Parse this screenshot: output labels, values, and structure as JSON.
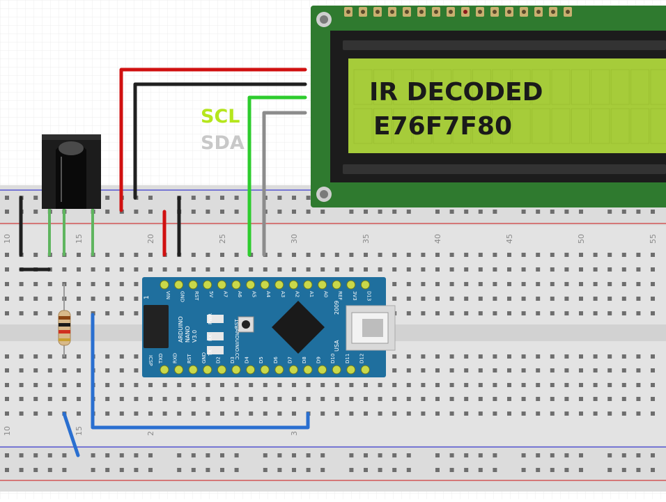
{
  "lcd": {
    "line1": "IR DECODED",
    "line2": "E76F7F80",
    "text_color": "#1a1a1a",
    "screen_color": "#a6cc3a",
    "pcb_color": "#2f7a2f"
  },
  "wire_labels": {
    "scl": "SCL",
    "sda": "SDA",
    "scl_color": "#b5e61d",
    "sda_color": "#c8c8c8"
  },
  "breadboard": {
    "column_numbers_top": [
      "10",
      "15",
      "20",
      "25",
      "30",
      "35",
      "40",
      "45",
      "50",
      "55"
    ],
    "column_numbers_bottom": [
      "10",
      "15",
      "2",
      "3"
    ]
  },
  "arduino": {
    "board_color": "#1f6f9e",
    "title_lines": [
      "ARDUINO",
      "NANO",
      "V3.0"
    ],
    "website": "ARDUINO.CC",
    "year": "2009",
    "top_pins": [
      "D13",
      "3V3",
      "REF",
      "A0",
      "A1",
      "A2",
      "A3",
      "A4",
      "A5",
      "A6",
      "A7",
      "5V",
      "RST",
      "GND",
      "VIN"
    ],
    "bottom_pins": [
      "D12",
      "D11",
      "D10",
      "D9",
      "D8",
      "D7",
      "D6",
      "D5",
      "D4",
      "D3",
      "D2",
      "GND",
      "RST",
      "RXD",
      "TXD"
    ],
    "led_labels": [
      "PWR",
      "TX",
      "RX"
    ],
    "button_label": "RST",
    "header_label": "ICSP",
    "pin1_label": "1",
    "usb_label": "USA"
  },
  "wire_colors": {
    "red": "#d01010",
    "black": "#202020",
    "green": "#2ecc2e",
    "gray": "#8c8c8c",
    "blue": "#2a6fd0"
  }
}
